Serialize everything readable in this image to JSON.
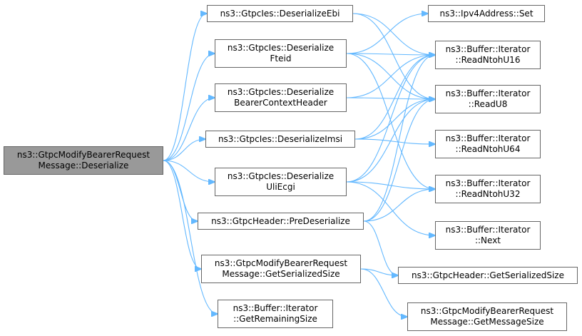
{
  "graph": {
    "edge_color": "#63b8ff",
    "root_fill": "#999999",
    "node_border": "#666666",
    "nodes": [
      {
        "id": "root",
        "lines": [
          "ns3::GtpcModifyBearerRequest",
          "Message::Deserialize"
        ]
      },
      {
        "id": "ebi",
        "lines": [
          "ns3::GtpcIes::DeserializeEbi"
        ]
      },
      {
        "id": "fteid",
        "lines": [
          "ns3::GtpcIes::Deserialize",
          "Fteid"
        ]
      },
      {
        "id": "bearer",
        "lines": [
          "ns3::GtpcIes::Deserialize",
          "BearerContextHeader"
        ]
      },
      {
        "id": "imsi",
        "lines": [
          "ns3::GtpcIes::DeserializeImsi"
        ]
      },
      {
        "id": "uli",
        "lines": [
          "ns3::GtpcIes::Deserialize",
          "UliEcgi"
        ]
      },
      {
        "id": "predeser",
        "lines": [
          "ns3::GtpcHeader::PreDeserialize"
        ]
      },
      {
        "id": "msgser",
        "lines": [
          "ns3::GtpcModifyBearerRequest",
          "Message::GetSerializedSize"
        ]
      },
      {
        "id": "remaining",
        "lines": [
          "ns3::Buffer::Iterator",
          "::GetRemainingSize"
        ]
      },
      {
        "id": "ipv4set",
        "lines": [
          "ns3::Ipv4Address::Set"
        ]
      },
      {
        "id": "u16",
        "lines": [
          "ns3::Buffer::Iterator",
          "::ReadNtohU16"
        ]
      },
      {
        "id": "u8",
        "lines": [
          "ns3::Buffer::Iterator",
          "::ReadU8"
        ]
      },
      {
        "id": "u64",
        "lines": [
          "ns3::Buffer::Iterator",
          "::ReadNtohU64"
        ]
      },
      {
        "id": "u32",
        "lines": [
          "ns3::Buffer::Iterator",
          "::ReadNtohU32"
        ]
      },
      {
        "id": "next",
        "lines": [
          "ns3::Buffer::Iterator",
          "::Next"
        ]
      },
      {
        "id": "hdrser",
        "lines": [
          "ns3::GtpcHeader::GetSerializedSize"
        ]
      },
      {
        "id": "msgsize",
        "lines": [
          "ns3::GtpcModifyBearerRequest",
          "Message::GetMessageSize"
        ]
      }
    ],
    "edges": [
      [
        "root",
        "ebi"
      ],
      [
        "root",
        "fteid"
      ],
      [
        "root",
        "bearer"
      ],
      [
        "root",
        "imsi"
      ],
      [
        "root",
        "uli"
      ],
      [
        "root",
        "predeser"
      ],
      [
        "root",
        "msgser"
      ],
      [
        "root",
        "remaining"
      ],
      [
        "ebi",
        "u16"
      ],
      [
        "ebi",
        "u8"
      ],
      [
        "fteid",
        "ipv4set"
      ],
      [
        "fteid",
        "u16"
      ],
      [
        "fteid",
        "u8"
      ],
      [
        "fteid",
        "u32"
      ],
      [
        "bearer",
        "u16"
      ],
      [
        "bearer",
        "u8"
      ],
      [
        "imsi",
        "u16"
      ],
      [
        "imsi",
        "u8"
      ],
      [
        "imsi",
        "u64"
      ],
      [
        "uli",
        "u16"
      ],
      [
        "uli",
        "u8"
      ],
      [
        "uli",
        "u32"
      ],
      [
        "uli",
        "next"
      ],
      [
        "predeser",
        "u16"
      ],
      [
        "predeser",
        "u8"
      ],
      [
        "predeser",
        "u32"
      ],
      [
        "predeser",
        "hdrser"
      ],
      [
        "msgser",
        "hdrser"
      ],
      [
        "msgser",
        "msgsize"
      ]
    ]
  }
}
